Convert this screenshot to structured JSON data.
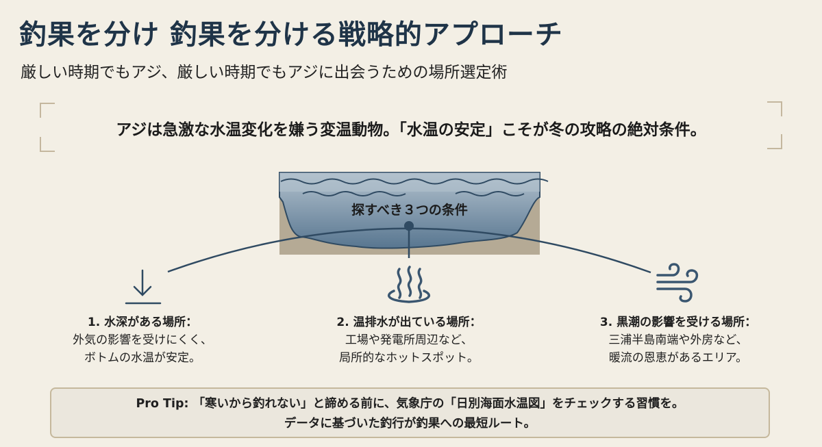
{
  "header": {
    "title": "釣果を分け 釣果を分ける戦略的アプローチ",
    "subtitle": "厳しい時期でもアジ、厳しい時期でもアジに出会うための場所選定術"
  },
  "quote": "アジは急激な水温変化を嫌う変温動物。「水温の安定」こそが冬の攻略の絶対条件。",
  "diagram": {
    "center_label": "探すべき３つの条件",
    "colors": {
      "water_top": "#a9bac8",
      "water_bottom": "#5c7a94",
      "ground": "#b5aa95",
      "line": "#2f4a62"
    }
  },
  "conditions": [
    {
      "icon": "down-arrow-icon",
      "heading": "1. 水深がある場所：",
      "lines": [
        "外気の影響を受けにくく、",
        "ボトムの水温が安定。"
      ]
    },
    {
      "icon": "hot-spring-icon",
      "heading": "2. 温排水が出ている場所：",
      "lines": [
        "工場や発電所周辺など、",
        "局所的なホットスポット。"
      ]
    },
    {
      "icon": "wind-icon",
      "heading": "3. 黒潮の影響を受ける場所：",
      "lines": [
        "三浦半島南端や外房など、",
        "暖流の恩恵があるエリア。"
      ]
    }
  ],
  "pro_tip": {
    "line1": "Pro Tip: 「寒いから釣れない」と諦める前に、気象庁の「日別海面水温図」をチェックする習慣を。",
    "line2": "データに基づいた釣行が釣果への最短ルート。"
  }
}
